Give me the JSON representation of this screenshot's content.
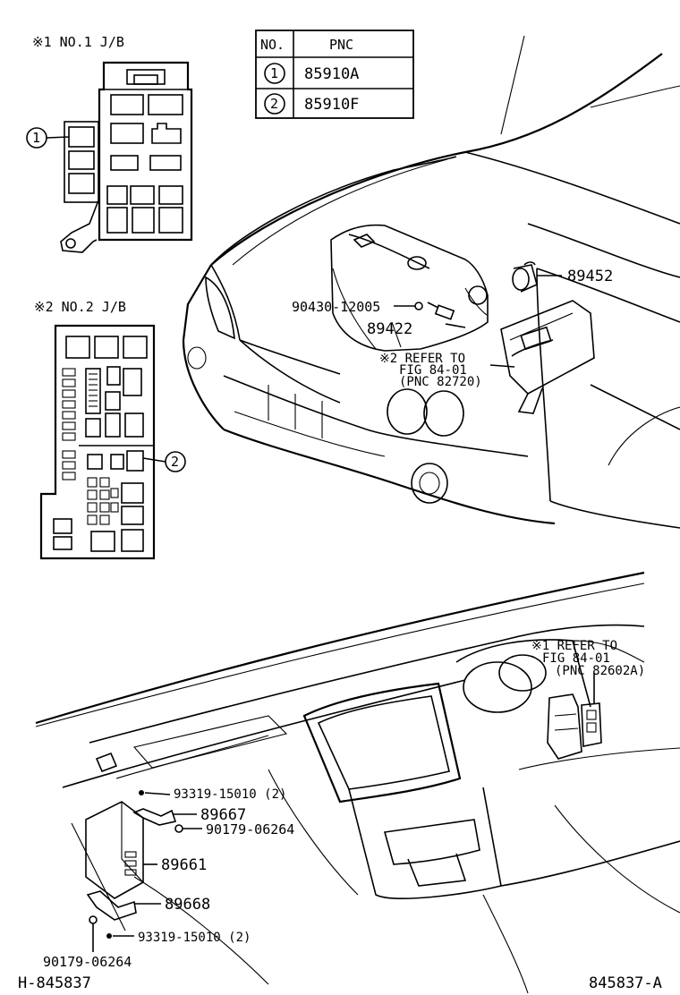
{
  "table": {
    "header_no": "NO.",
    "header_pnc": "PNC",
    "rows": [
      {
        "no": "1",
        "pnc": "85910A"
      },
      {
        "no": "2",
        "pnc": "85910F"
      }
    ]
  },
  "jb1": {
    "title": "※1 NO.1 J/B",
    "callout": "1"
  },
  "jb2": {
    "title": "※2 NO.2 J/B",
    "callout": "2"
  },
  "engine": {
    "part_89452": "89452",
    "part_90430": "90430-12005",
    "part_89422": "89422",
    "refer2_line1": "※2 REFER TO",
    "refer2_line2": "FIG 84-01",
    "refer2_line3": "(PNC 82720)"
  },
  "dash": {
    "refer1_line1": "※1 REFER TO",
    "refer1_line2": "FIG 84-01",
    "refer1_line3": "(PNC 82602A)",
    "part_93319_top": "93319-15010 (2)",
    "part_89667": "89667",
    "part_90179_right": "90179-06264",
    "part_89661": "89661",
    "part_89668": "89668",
    "part_93319_bottom": "93319-15010 (2)",
    "part_90179_bottom": "90179-06264"
  },
  "footer": {
    "left_code": "H-845837",
    "right_code": "845837-A"
  }
}
